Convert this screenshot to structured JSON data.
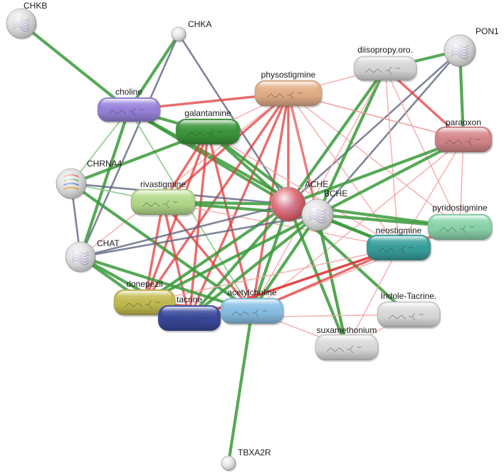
{
  "colors": {
    "edge_green": "#3a9a3a",
    "edge_green_light": "#8cc98c",
    "edge_red": "#e23b3b",
    "edge_red_light": "#f2a3a3",
    "edge_slate": "#5f6680"
  },
  "nodes": [
    {
      "id": "CHKB",
      "label": "CHKB",
      "kind": "protein-structure",
      "color": "#d9d9d9",
      "icon": "protein-structure-icon"
    },
    {
      "id": "CHKA",
      "label": "CHKA",
      "kind": "protein",
      "color": "#e2e2e2",
      "icon": ""
    },
    {
      "id": "PON1",
      "label": "PON1",
      "kind": "protein-structure",
      "color": "#d9d9d9",
      "icon": "protein-structure-icon"
    },
    {
      "id": "choline",
      "label": "choline",
      "kind": "chemical",
      "color": "#9b86e0",
      "icon": "chemical-structure-icon"
    },
    {
      "id": "physostigmine",
      "label": "physostigmine",
      "kind": "chemical",
      "color": "#e8b38a",
      "icon": "chemical-structure-icon"
    },
    {
      "id": "diisopropy",
      "label": "diisopropy.oro.",
      "kind": "chemical",
      "color": "#dcdcdc",
      "icon": "chemical-structure-icon"
    },
    {
      "id": "galantamine",
      "label": "galantamine",
      "kind": "chemical",
      "color": "#3d9a3d",
      "icon": "chemical-structure-icon"
    },
    {
      "id": "paraoxon",
      "label": "paraoxon",
      "kind": "chemical",
      "color": "#d98a8e",
      "icon": "chemical-structure-icon"
    },
    {
      "id": "CHRNA4",
      "label": "CHRNA4",
      "kind": "protein-structure",
      "color": "#d9d9d9",
      "icon": "protein-helix-icon"
    },
    {
      "id": "rivastigmine",
      "label": "rivastigmine",
      "kind": "chemical",
      "color": "#b9df8e",
      "icon": "chemical-structure-icon"
    },
    {
      "id": "ACHE",
      "label": "ACHE",
      "kind": "protein-structure",
      "color": "#d9505c",
      "icon": "protein-structure-icon"
    },
    {
      "id": "BCHE",
      "label": "BCHE",
      "kind": "protein-structure",
      "color": "#d9d9d9",
      "icon": "protein-structure-icon"
    },
    {
      "id": "pyridostigmine",
      "label": "pyridostigmine",
      "kind": "chemical",
      "color": "#8ed9b0",
      "icon": "chemical-structure-icon"
    },
    {
      "id": "neostigmine",
      "label": "neostigmine",
      "kind": "chemical",
      "color": "#3aa3a0",
      "icon": "chemical-structure-icon"
    },
    {
      "id": "CHAT",
      "label": "CHAT",
      "kind": "protein-structure",
      "color": "#d9d9d9",
      "icon": "protein-structure-icon"
    },
    {
      "id": "donepezil",
      "label": "donepezil",
      "kind": "chemical",
      "color": "#c7c052",
      "icon": "chemical-structure-icon"
    },
    {
      "id": "tacrine",
      "label": "tacrine",
      "kind": "chemical",
      "color": "#3a4a9e",
      "icon": "chemical-structure-icon"
    },
    {
      "id": "acetylcholine",
      "label": "acetylcholine",
      "kind": "chemical",
      "color": "#8cc4ea",
      "icon": "chemical-structure-icon"
    },
    {
      "id": "indole",
      "label": "Indole-Tacrine.",
      "kind": "chemical",
      "color": "#e0e0e0",
      "icon": "chemical-structure-icon"
    },
    {
      "id": "suxamethonium",
      "label": "suxamethonium",
      "kind": "chemical",
      "color": "#e0e0e0",
      "icon": "chemical-structure-icon"
    },
    {
      "id": "TBXA2R",
      "label": "TBXA2R",
      "kind": "protein",
      "color": "#e2e2e2",
      "icon": ""
    }
  ],
  "edges": [
    {
      "source": "CHKB",
      "target": "choline",
      "type": "green"
    },
    {
      "source": "CHKA",
      "target": "choline",
      "type": "green"
    },
    {
      "source": "CHKA",
      "target": "ACHE",
      "type": "slate"
    },
    {
      "source": "CHKA",
      "target": "CHAT",
      "type": "slate"
    },
    {
      "source": "PON1",
      "target": "diisopropy",
      "type": "green"
    },
    {
      "source": "PON1",
      "target": "paraoxon",
      "type": "green"
    },
    {
      "source": "PON1",
      "target": "ACHE",
      "type": "slate"
    },
    {
      "source": "PON1",
      "target": "BCHE",
      "type": "slate"
    },
    {
      "source": "choline",
      "target": "ACHE",
      "type": "green"
    },
    {
      "source": "choline",
      "target": "BCHE",
      "type": "green"
    },
    {
      "source": "choline",
      "target": "CHRNA4",
      "type": "green_light"
    },
    {
      "source": "choline",
      "target": "CHAT",
      "type": "green"
    },
    {
      "source": "choline",
      "target": "galantamine",
      "type": "green"
    },
    {
      "source": "choline",
      "target": "physostigmine",
      "type": "red"
    },
    {
      "source": "choline",
      "target": "acetylcholine",
      "type": "green_light"
    },
    {
      "source": "physostigmine",
      "target": "ACHE",
      "type": "red"
    },
    {
      "source": "physostigmine",
      "target": "BCHE",
      "type": "red"
    },
    {
      "source": "physostigmine",
      "target": "paraoxon",
      "type": "red_light"
    },
    {
      "source": "physostigmine",
      "target": "rivastigmine",
      "type": "red"
    },
    {
      "source": "physostigmine",
      "target": "donepezil",
      "type": "red"
    },
    {
      "source": "physostigmine",
      "target": "tacrine",
      "type": "red"
    },
    {
      "source": "physostigmine",
      "target": "acetylcholine",
      "type": "red"
    },
    {
      "source": "physostigmine",
      "target": "neostigmine",
      "type": "red_light"
    },
    {
      "source": "physostigmine",
      "target": "pyridostigmine",
      "type": "red_light"
    },
    {
      "source": "physostigmine",
      "target": "galantamine",
      "type": "red_light"
    },
    {
      "source": "physostigmine",
      "target": "CHAT",
      "type": "red_light"
    },
    {
      "source": "physostigmine",
      "target": "suxamethonium",
      "type": "red_light"
    },
    {
      "source": "diisopropy",
      "target": "ACHE",
      "type": "green"
    },
    {
      "source": "diisopropy",
      "target": "BCHE",
      "type": "green"
    },
    {
      "source": "diisopropy",
      "target": "paraoxon",
      "type": "red"
    },
    {
      "source": "diisopropy",
      "target": "physostigmine",
      "type": "red_light"
    },
    {
      "source": "diisopropy",
      "target": "neostigmine",
      "type": "red_light"
    },
    {
      "source": "diisopropy",
      "target": "pyridostigmine",
      "type": "red_light"
    },
    {
      "source": "diisopropy",
      "target": "acetylcholine",
      "type": "red_light"
    },
    {
      "source": "galantamine",
      "target": "ACHE",
      "type": "green"
    },
    {
      "source": "galantamine",
      "target": "BCHE",
      "type": "green"
    },
    {
      "source": "galantamine",
      "target": "CHRNA4",
      "type": "green"
    },
    {
      "source": "galantamine",
      "target": "rivastigmine",
      "type": "red"
    },
    {
      "source": "galantamine",
      "target": "donepezil",
      "type": "red"
    },
    {
      "source": "galantamine",
      "target": "tacrine",
      "type": "red"
    },
    {
      "source": "galantamine",
      "target": "acetylcholine",
      "type": "red"
    },
    {
      "source": "galantamine",
      "target": "neostigmine",
      "type": "red_light"
    },
    {
      "source": "paraoxon",
      "target": "ACHE",
      "type": "green"
    },
    {
      "source": "paraoxon",
      "target": "BCHE",
      "type": "green"
    },
    {
      "source": "paraoxon",
      "target": "neostigmine",
      "type": "red_light"
    },
    {
      "source": "paraoxon",
      "target": "pyridostigmine",
      "type": "red_light"
    },
    {
      "source": "paraoxon",
      "target": "acetylcholine",
      "type": "red_light"
    },
    {
      "source": "paraoxon",
      "target": "physostigmine",
      "type": "red_light"
    },
    {
      "source": "CHRNA4",
      "target": "CHAT",
      "type": "slate"
    },
    {
      "source": "CHRNA4",
      "target": "ACHE",
      "type": "slate"
    },
    {
      "source": "CHRNA4",
      "target": "acetylcholine",
      "type": "green"
    },
    {
      "source": "CHRNA4",
      "target": "rivastigmine",
      "type": "green_light"
    },
    {
      "source": "rivastigmine",
      "target": "ACHE",
      "type": "green"
    },
    {
      "source": "rivastigmine",
      "target": "BCHE",
      "type": "green"
    },
    {
      "source": "rivastigmine",
      "target": "donepezil",
      "type": "red"
    },
    {
      "source": "rivastigmine",
      "target": "tacrine",
      "type": "red"
    },
    {
      "source": "rivastigmine",
      "target": "acetylcholine",
      "type": "red"
    },
    {
      "source": "rivastigmine",
      "target": "neostigmine",
      "type": "red_light"
    },
    {
      "source": "ACHE",
      "target": "BCHE",
      "type": "green"
    },
    {
      "source": "ACHE",
      "target": "CHAT",
      "type": "slate"
    },
    {
      "source": "ACHE",
      "target": "donepezil",
      "type": "green"
    },
    {
      "source": "ACHE",
      "target": "tacrine",
      "type": "green"
    },
    {
      "source": "ACHE",
      "target": "acetylcholine",
      "type": "green"
    },
    {
      "source": "ACHE",
      "target": "neostigmine",
      "type": "green"
    },
    {
      "source": "ACHE",
      "target": "pyridostigmine",
      "type": "green"
    },
    {
      "source": "ACHE",
      "target": "suxamethonium",
      "type": "green"
    },
    {
      "source": "ACHE",
      "target": "indole",
      "type": "green"
    },
    {
      "source": "BCHE",
      "target": "donepezil",
      "type": "green"
    },
    {
      "source": "BCHE",
      "target": "tacrine",
      "type": "green"
    },
    {
      "source": "BCHE",
      "target": "acetylcholine",
      "type": "green"
    },
    {
      "source": "BCHE",
      "target": "neostigmine",
      "type": "green"
    },
    {
      "source": "BCHE",
      "target": "pyridostigmine",
      "type": "green"
    },
    {
      "source": "BCHE",
      "target": "suxamethonium",
      "type": "green"
    },
    {
      "source": "BCHE",
      "target": "CHAT",
      "type": "slate"
    },
    {
      "source": "pyridostigmine",
      "target": "neostigmine",
      "type": "red_light"
    },
    {
      "source": "pyridostigmine",
      "target": "acetylcholine",
      "type": "red_light"
    },
    {
      "source": "pyridostigmine",
      "target": "tacrine",
      "type": "red"
    },
    {
      "source": "neostigmine",
      "target": "acetylcholine",
      "type": "red"
    },
    {
      "source": "neostigmine",
      "target": "tacrine",
      "type": "red"
    },
    {
      "source": "neostigmine",
      "target": "donepezil",
      "type": "red_light"
    },
    {
      "source": "neostigmine",
      "target": "suxamethonium",
      "type": "red_light"
    },
    {
      "source": "CHAT",
      "target": "acetylcholine",
      "type": "green"
    },
    {
      "source": "CHAT",
      "target": "donepezil",
      "type": "green"
    },
    {
      "source": "CHAT",
      "target": "tacrine",
      "type": "green"
    },
    {
      "source": "donepezil",
      "target": "tacrine",
      "type": "red"
    },
    {
      "source": "donepezil",
      "target": "acetylcholine",
      "type": "red"
    },
    {
      "source": "tacrine",
      "target": "acetylcholine",
      "type": "red"
    },
    {
      "source": "tacrine",
      "target": "indole",
      "type": "red_light"
    },
    {
      "source": "acetylcholine",
      "target": "TBXA2R",
      "type": "green"
    },
    {
      "source": "acetylcholine",
      "target": "suxamethonium",
      "type": "red_light"
    },
    {
      "source": "indole",
      "target": "suxamethonium",
      "type": "red_light"
    }
  ]
}
